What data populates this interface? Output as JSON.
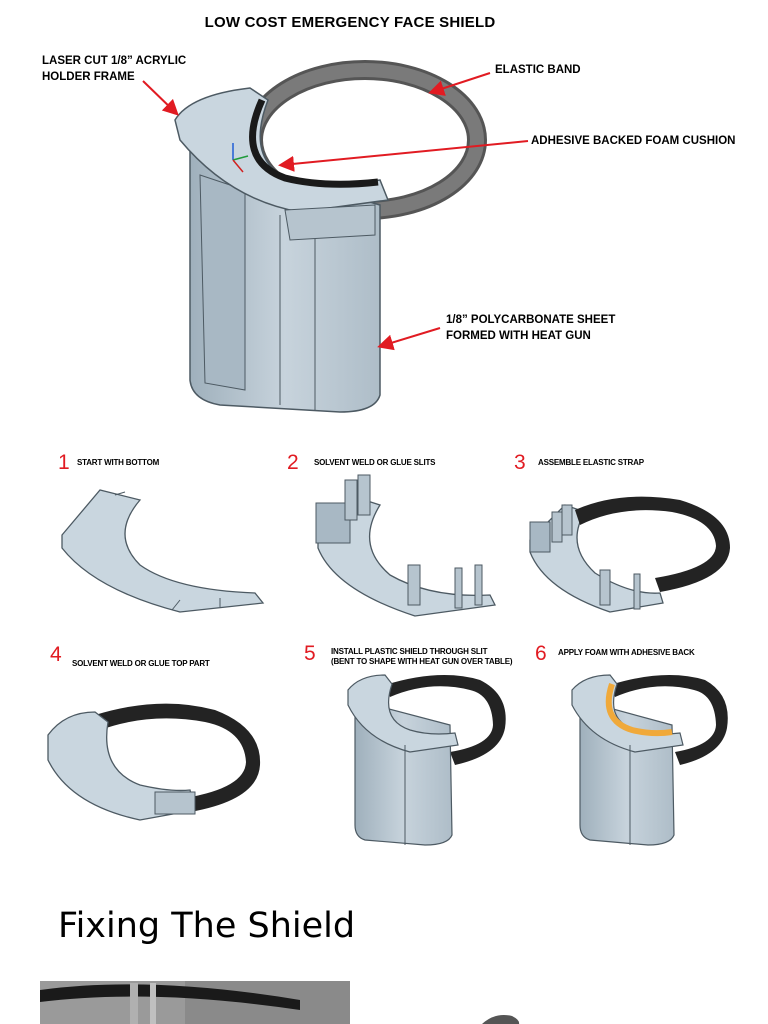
{
  "title": "LOW COST EMERGENCY FACE SHIELD",
  "callouts": {
    "frame": "LASER CUT 1/8” ACRYLIC\nHOLDER FRAME",
    "band": "ELASTIC BAND",
    "foam": "ADHESIVE BACKED FOAM CUSHION",
    "sheet": "1/8” POLYCARBONATE SHEET\nFORMED WITH HEAT GUN"
  },
  "steps": [
    {
      "number": "1",
      "label": "START WITH BOTTOM"
    },
    {
      "number": "2",
      "label": "SOLVENT WELD OR GLUE SLITS"
    },
    {
      "number": "3",
      "label": "ASSEMBLE ELASTIC STRAP"
    },
    {
      "number": "4",
      "label": "SOLVENT WELD OR GLUE TOP PART"
    },
    {
      "number": "5",
      "label": "INSTALL PLASTIC SHIELD THROUGH SLIT\n(BENT TO SHAPE WITH HEAT GUN OVER TABLE)"
    },
    {
      "number": "6",
      "label": "APPLY FOAM WITH ADHESIVE BACK"
    }
  ],
  "section_heading": "Fixing The Shield",
  "colors": {
    "plastic": "#bcc9d3",
    "plastic_edge": "#4d5a63",
    "band": "#232323",
    "callout_arrow": "#e11b22",
    "foam": "#f0a93a"
  }
}
